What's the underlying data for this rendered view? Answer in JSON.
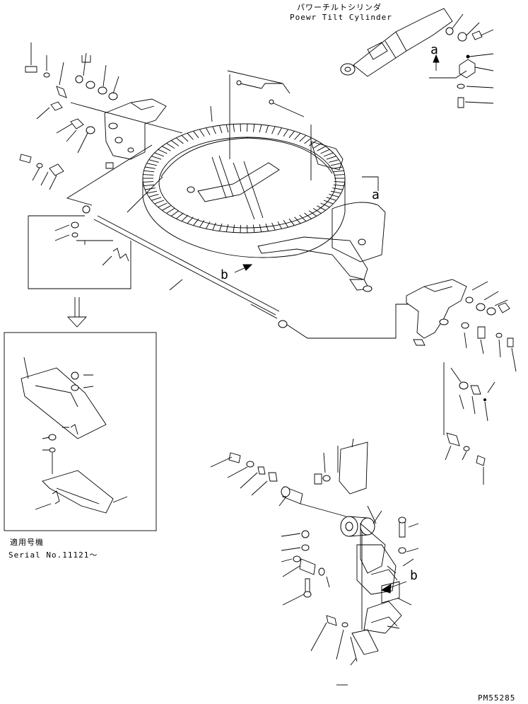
{
  "title_jp": "パワーチルトシリンダ",
  "title_en": "Poewr Tilt Cylinder",
  "callout_a": "a",
  "callout_b": "b",
  "serial_jp": "適用号機",
  "serial_en": "Serial No.11121～",
  "page_code": "PM55285",
  "icon": "down-arrow-icon"
}
